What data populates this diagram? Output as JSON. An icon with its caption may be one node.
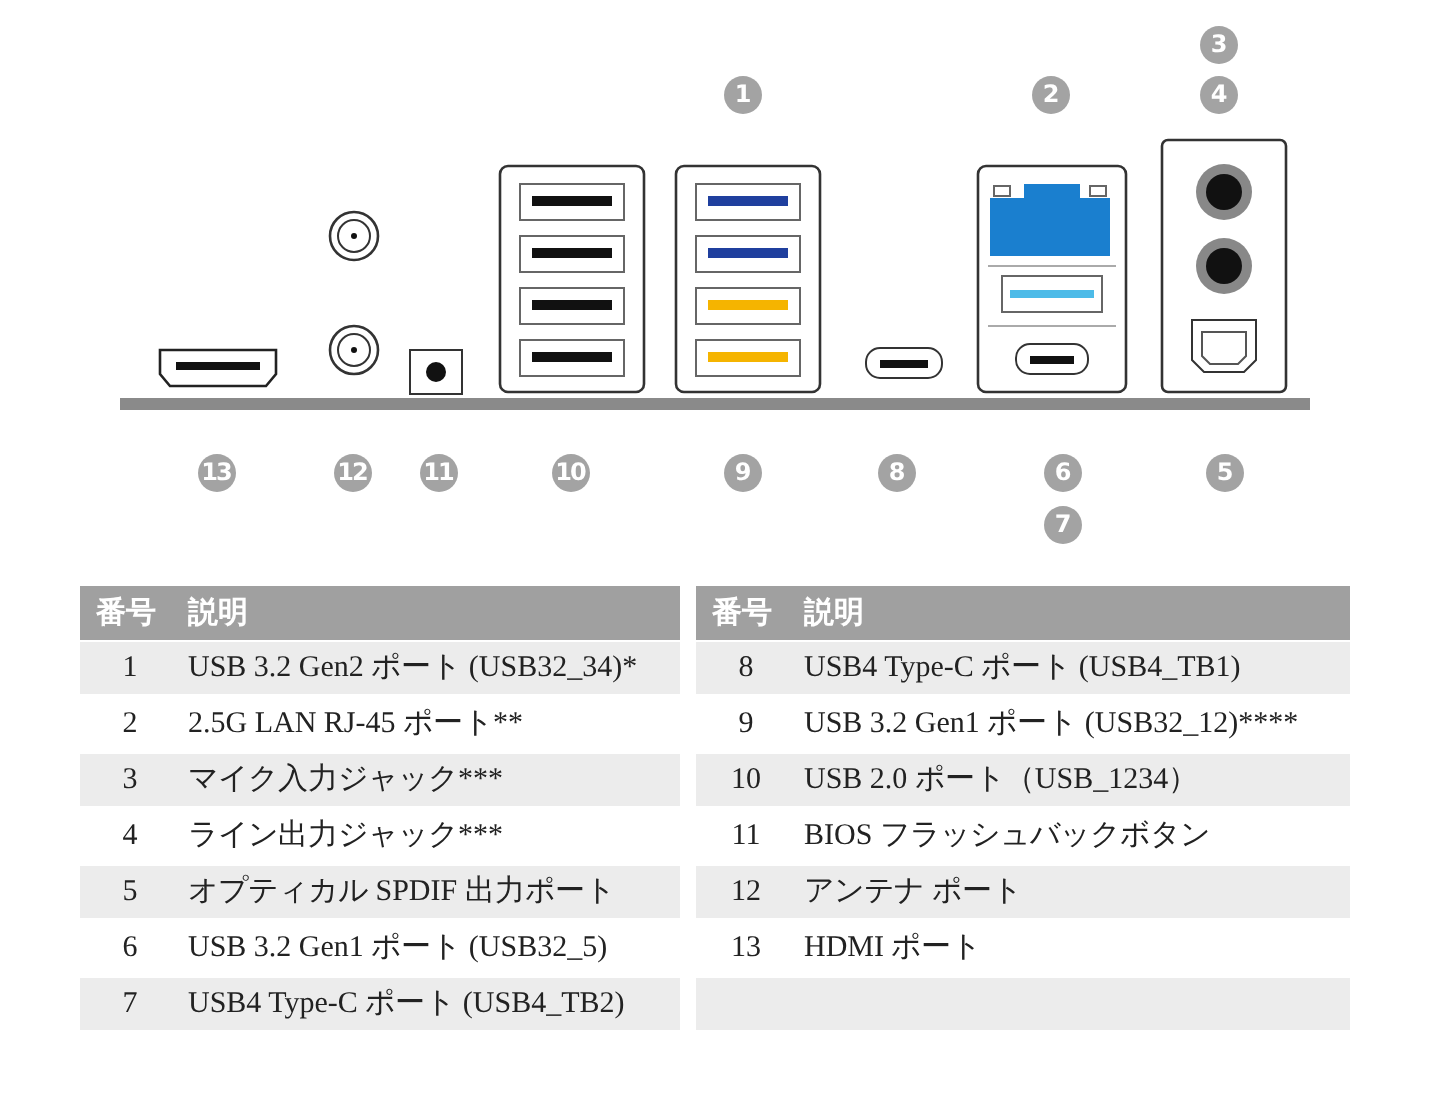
{
  "diagram": {
    "labels": [
      "3",
      "1",
      "2",
      "4",
      "13",
      "12",
      "11",
      "10",
      "9",
      "8",
      "6",
      "5",
      "7",
      "番号",
      "説明",
      "番号",
      "説明",
      "1",
      "USB 3.2 Gen2 ポート (USB32_34)*",
      "8",
      "USB4 Type-C ポート (USB4_TB1)",
      "2",
      "2.5G LAN RJ-45 ポート**",
      "9",
      "USB 3.2 Gen1 ポート (USB32_12)****",
      "3",
      "マイク入力ジャック***",
      "10",
      "USB 2.0 ポート（USB_1234）",
      "4",
      "ライン出力ジャック***",
      "11",
      "BIOS フラッシュバックボタン",
      "5",
      "オプティカル SPDIF 出力ポート",
      "12",
      "アンテナ ポート",
      "6",
      "USB 3.2 Gen1 ポート (USB32_5)",
      "13",
      "HDMI ポート",
      "7",
      "USB4 Type-C ポート (USB4_TB2)"
    ]
  }
}
